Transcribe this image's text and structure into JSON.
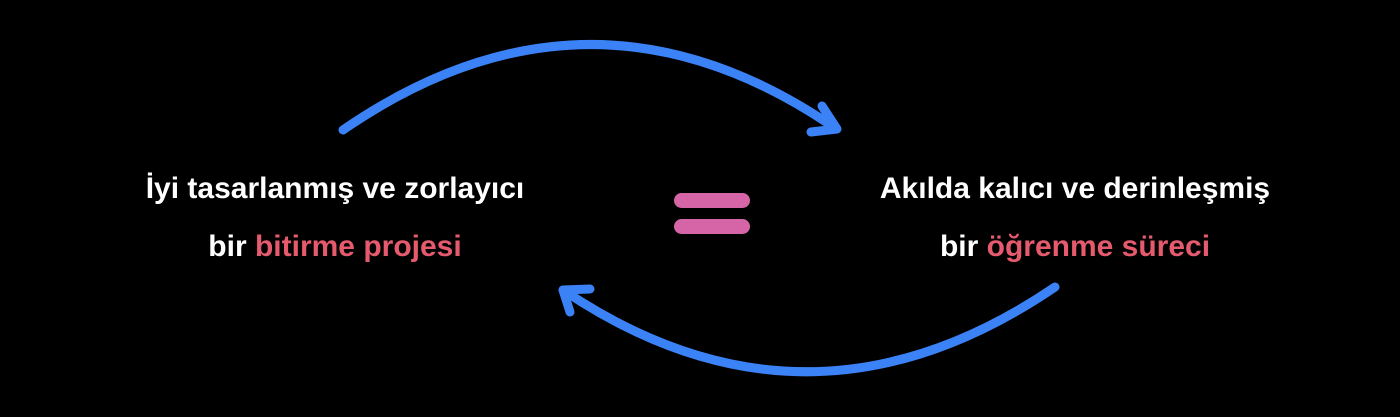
{
  "left_node": {
    "line1": "İyi tasarlanmış ve zorlayıcı",
    "line2_prefix": "bir ",
    "line2_highlight": "bitirme projesi"
  },
  "right_node": {
    "line1": "Akılda kalıcı ve derinleşmiş",
    "line2_prefix": "bir ",
    "line2_highlight": "öğrenme süreci"
  },
  "equals_symbol": {
    "icon": "equals-icon",
    "color": "#d565a6"
  },
  "colors": {
    "background": "#000000",
    "text": "#ffffff",
    "highlight": "#e65a6e",
    "arrow": "#3b82f6"
  }
}
